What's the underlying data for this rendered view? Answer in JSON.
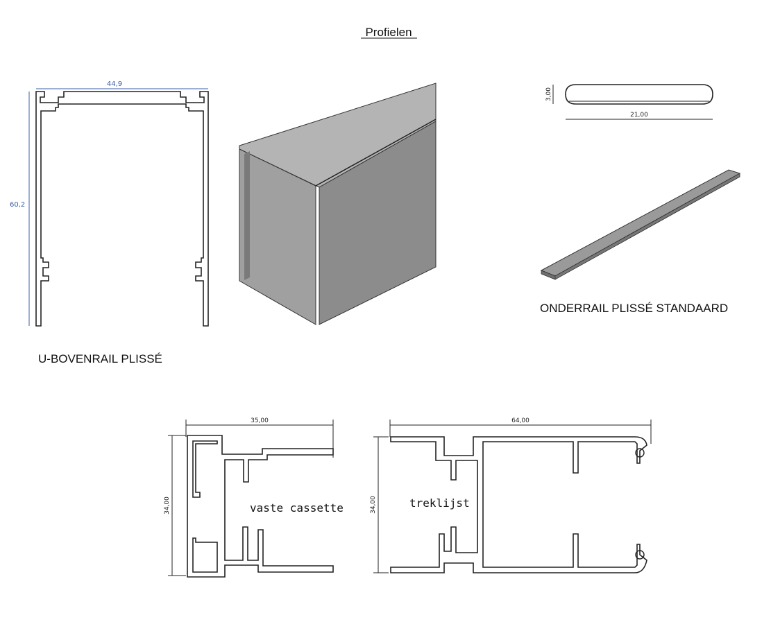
{
  "title": "Profielen",
  "u_bovenrail": {
    "label": "U-BOVENRAIL PLISSÉ",
    "width_dim": "44,9",
    "height_dim": "60,2"
  },
  "onderrail": {
    "label": "ONDERRAIL PLISSÉ STANDAARD",
    "thickness_dim": "3,00",
    "width_dim": "21,00"
  },
  "cassette": {
    "label": "vaste cassette",
    "width_dim": "35,00",
    "height_dim": "34,00"
  },
  "treklijst": {
    "label": "treklijst",
    "width_dim": "64,00",
    "height_dim": "34,00"
  }
}
